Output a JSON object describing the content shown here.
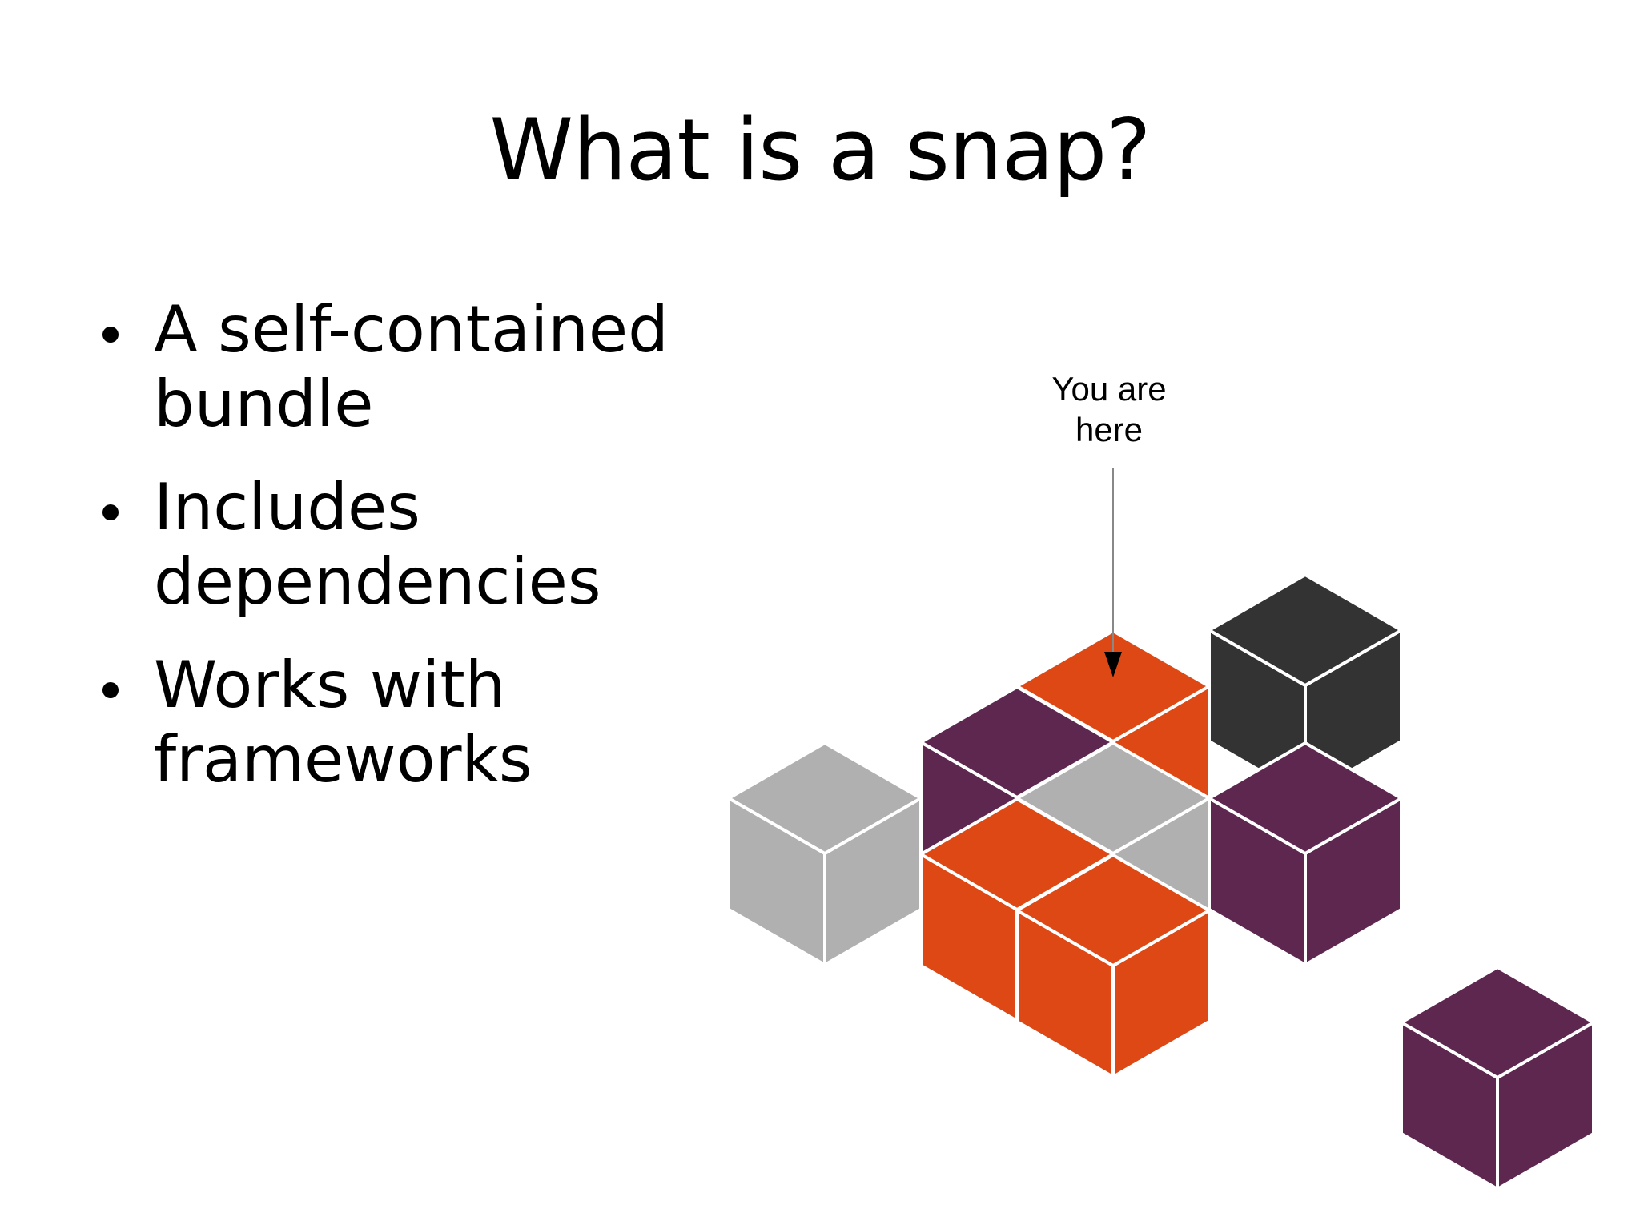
{
  "slide": {
    "title": "What is a snap?",
    "bullets": [
      {
        "line1": "A self-contained",
        "line2": "bundle"
      },
      {
        "line1": "Includes",
        "line2": "dependencies"
      },
      {
        "line1": "Works with",
        "line2": "frameworks"
      }
    ],
    "callout": {
      "line1": "You are",
      "line2": "here"
    }
  },
  "colors": {
    "background": "#ffffff",
    "text": "#000000",
    "orange": "#dd4814",
    "purple": "#5e2750",
    "gray": "#b0b0b0",
    "dark": "#333333",
    "edge": "#ffffff",
    "arrow": "#888888"
  },
  "icons": {
    "cube_cluster": "isometric-cube-stack-icon",
    "pointer": "down-arrow-icon"
  }
}
